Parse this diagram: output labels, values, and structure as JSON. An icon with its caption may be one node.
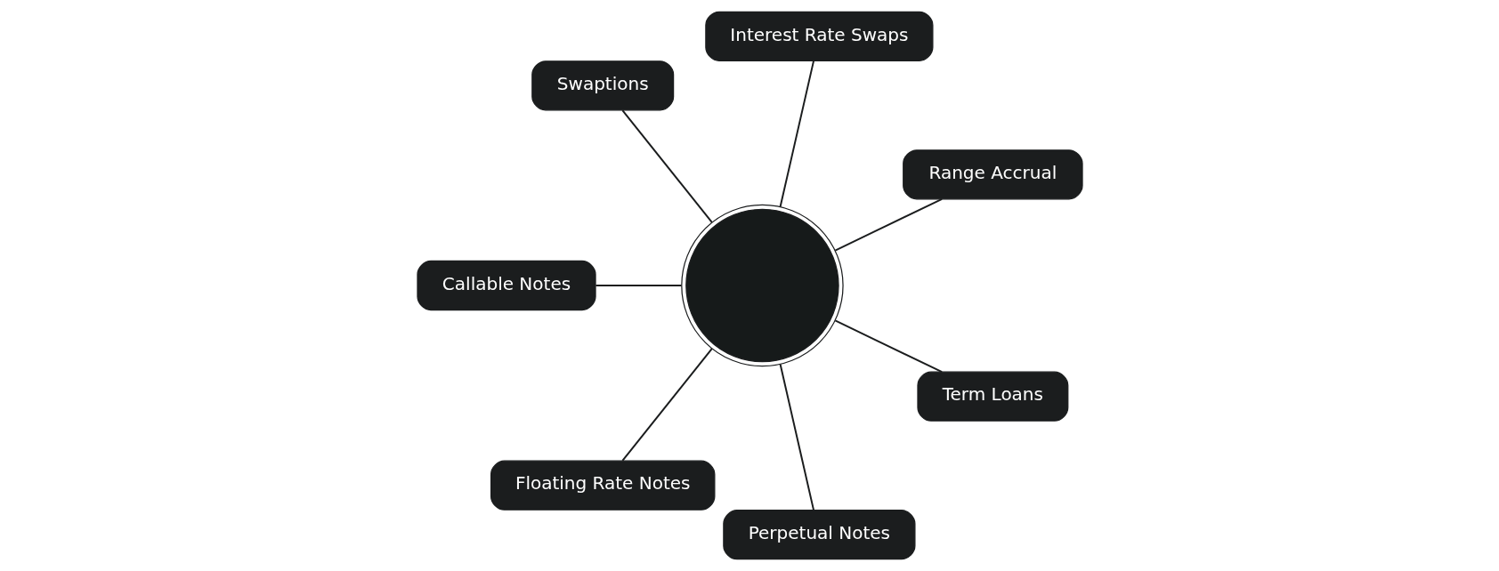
{
  "diagram": {
    "nodes": [
      {
        "text": [],
        "shape": "circle"
      },
      {
        "text": [
          "Range Accrual"
        ]
      },
      {
        "text": [
          "Interest Rate Swaps"
        ]
      },
      {
        "text": [
          "Swaptions"
        ]
      },
      {
        "text": [
          "Callable Notes"
        ]
      },
      {
        "text": [
          "Floating Rate Notes"
        ]
      },
      {
        "text": [
          "Perpetual Notes"
        ]
      },
      {
        "text": [
          "Term Loans"
        ]
      }
    ],
    "edges": [
      {
        "from": 0,
        "to": 1,
        "arrow": "none"
      },
      {
        "from": 0,
        "to": 2,
        "arrow": "none"
      },
      {
        "from": 0,
        "to": 3,
        "arrow": "none"
      },
      {
        "from": 0,
        "to": 4,
        "arrow": "none"
      },
      {
        "from": 0,
        "to": 5,
        "arrow": "none"
      },
      {
        "from": 0,
        "to": 6,
        "arrow": "none"
      },
      {
        "from": 0,
        "to": 7,
        "arrow": "none"
      }
    ]
  }
}
